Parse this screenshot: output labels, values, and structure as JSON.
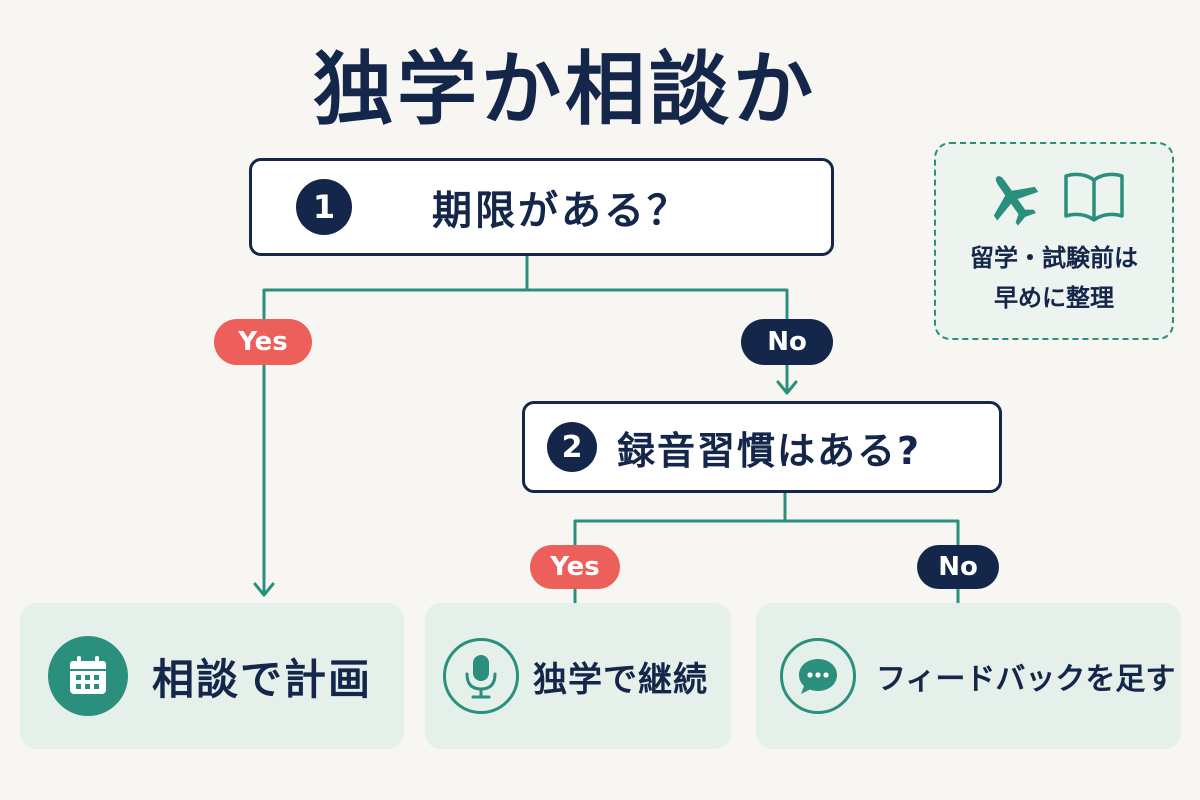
{
  "title": "独学か相談か",
  "questions": [
    {
      "number": "1",
      "text": "期限がある？"
    },
    {
      "number": "2",
      "text": "録音習慣はある?"
    }
  ],
  "branches": {
    "q1_yes": "Yes",
    "q1_no": "No",
    "q2_yes": "Yes",
    "q2_no": "No"
  },
  "results": [
    {
      "text": "相談で計画",
      "icon": "calendar-icon"
    },
    {
      "text": "独学で継続",
      "icon": "microphone-icon"
    },
    {
      "text": "フィードバックを足す",
      "icon": "chat-bubble-icon"
    }
  ],
  "note": {
    "line1": "留学・試験前は",
    "line2": "早めに整理",
    "icons": [
      "airplane-icon",
      "open-book-icon"
    ]
  },
  "colors": {
    "navy": "#14264a",
    "teal": "#2a8f7c",
    "coral": "#ed5f5a",
    "result_bg": "#e6f0ea",
    "page_bg": "#f7f6f2"
  }
}
